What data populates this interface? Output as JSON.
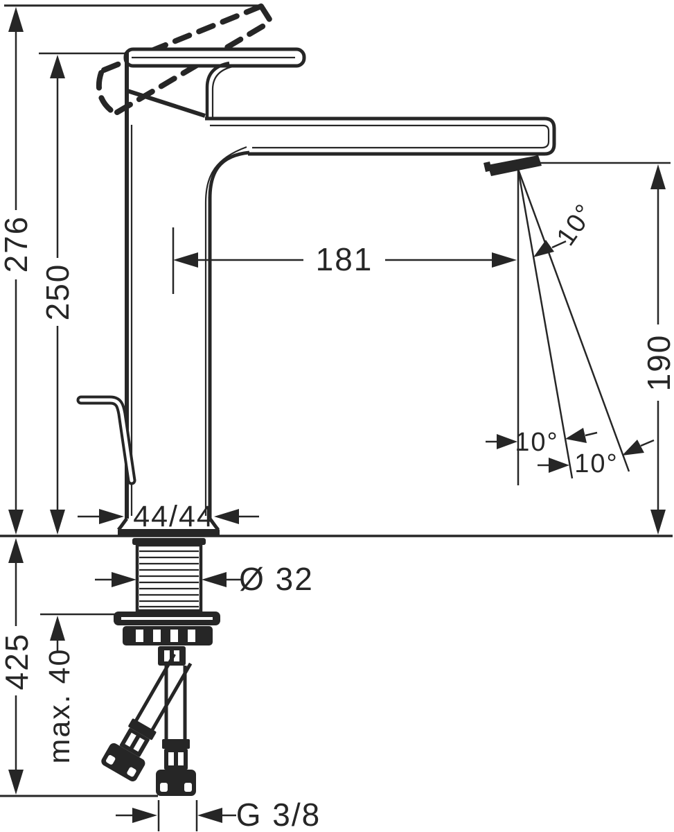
{
  "drawing": {
    "title": "Single-lever basin mixer — dimensional side elevation",
    "background": "#ffffff",
    "line_color": "#262626",
    "labels": {
      "overall_height": "276",
      "handle_height": "250",
      "spout_reach": "181",
      "outlet_height": "190",
      "base_footprint": "44/44",
      "shank_diameter": "Ø 32",
      "hose_length": "425",
      "max_mounting_thickness": "max. 40",
      "connection_thread": "G 3/8",
      "angle_top": "10°",
      "angle_mid": "10°",
      "angle_bottom": "10°"
    }
  }
}
